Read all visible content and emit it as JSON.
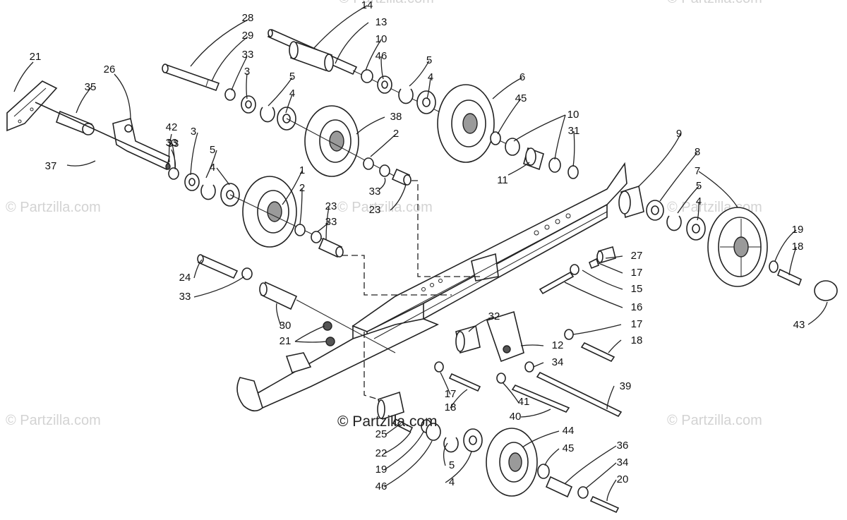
{
  "watermark": {
    "text": "© Partzilla.com",
    "copyright": "© Partzilla.com"
  },
  "callouts": [
    "1",
    "2",
    "3",
    "4",
    "5",
    "6",
    "7",
    "8",
    "9",
    "10",
    "11",
    "12",
    "13",
    "14",
    "15",
    "16",
    "17",
    "18",
    "19",
    "20",
    "21",
    "22",
    "23",
    "24",
    "25",
    "26",
    "27",
    "28",
    "29",
    "30",
    "31",
    "32",
    "33",
    "34",
    "35",
    "36",
    "37",
    "38",
    "39",
    "40",
    "41",
    "42",
    "43",
    "44",
    "45",
    "46"
  ]
}
